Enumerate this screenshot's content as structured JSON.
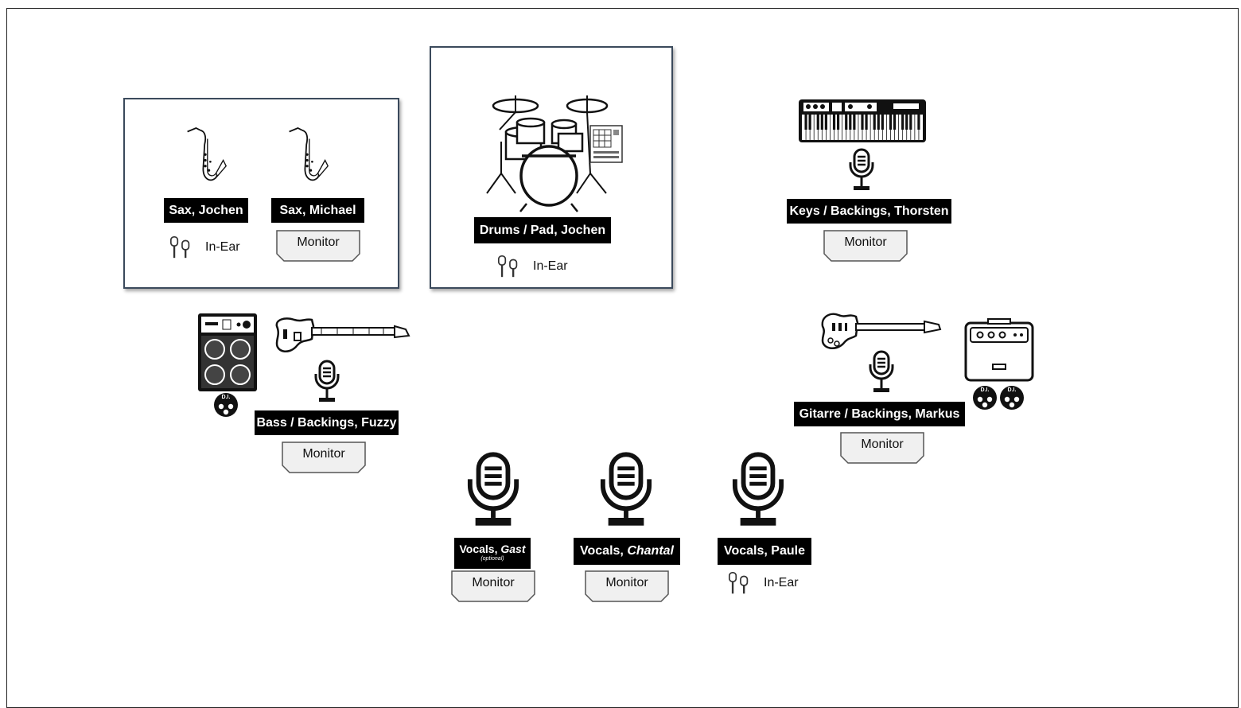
{
  "musicians": {
    "sax_jochen": {
      "label": "Sax, Jochen",
      "monitoring": "In-Ear"
    },
    "sax_michael": {
      "label": "Sax, Michael",
      "monitoring": "Monitor"
    },
    "drums": {
      "label": "Drums / Pad, Jochen",
      "monitoring": "In-Ear"
    },
    "keys": {
      "label": "Keys / Backings, Thorsten",
      "monitoring": "Monitor"
    },
    "bass": {
      "label": "Bass / Backings, Fuzzy",
      "monitoring": "Monitor"
    },
    "guitar": {
      "label": "Gitarre / Backings, Markus",
      "monitoring": "Monitor"
    },
    "vocals_gast": {
      "label_prefix": "Vocals, ",
      "label_name": "Gast",
      "note": "(optional)",
      "monitoring": "Monitor"
    },
    "vocals_chantal": {
      "label_prefix": "Vocals, ",
      "label_name": "Chantal",
      "monitoring": "Monitor"
    },
    "vocals_paule": {
      "label": "Vocals, Paule",
      "monitoring": "In-Ear"
    }
  },
  "di_box_label": "D.I.",
  "icons": [
    "saxophone-icon",
    "drum-kit-icon",
    "drum-pad-icon",
    "keyboard-icon",
    "microphone-icon",
    "bass-guitar-icon",
    "electric-guitar-icon",
    "bass-amp-icon",
    "guitar-amp-icon",
    "di-box-icon",
    "in-ear-icon",
    "monitor-wedge-icon"
  ]
}
